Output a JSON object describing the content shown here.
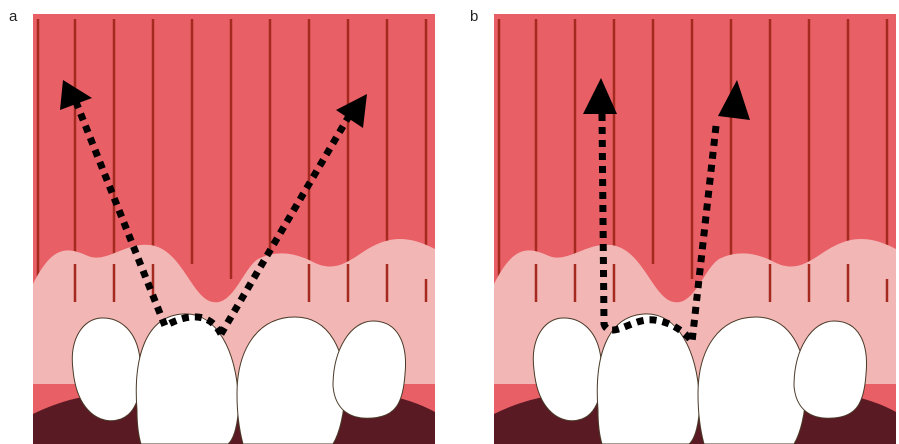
{
  "panels": [
    {
      "label": "a",
      "arrows": "divergent"
    },
    {
      "label": "b",
      "arrows": "vertical"
    }
  ],
  "colors": {
    "mucosa": "#e95f66",
    "gingiva": "#f2b6b5",
    "vessel": "#a42a20",
    "tooth": "#ffffff",
    "tooth_outline": "#4a3a28",
    "lip": "#5a1a24",
    "arrow": "#000000"
  }
}
